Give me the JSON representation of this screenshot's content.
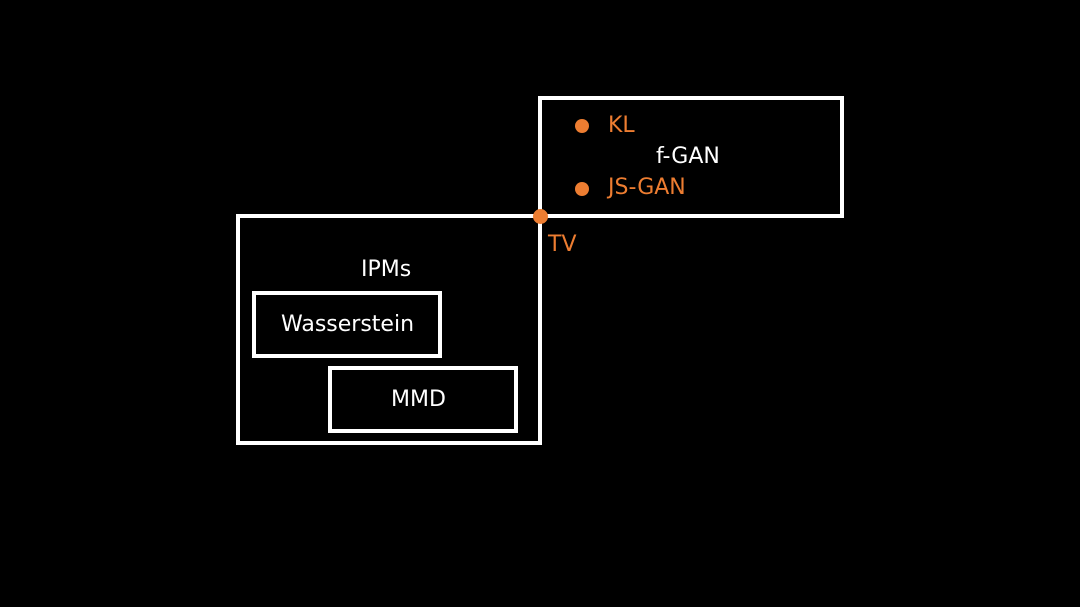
{
  "diagram": {
    "fgan_group": {
      "title": "f-GAN",
      "members": [
        {
          "label": "KL"
        },
        {
          "label": "JS-GAN"
        }
      ]
    },
    "ipm_group": {
      "title": "IPMs",
      "members": [
        {
          "label": "Wasserstein"
        },
        {
          "label": "MMD"
        }
      ]
    },
    "intersection": {
      "label": "TV"
    },
    "colors": {
      "background": "#000000",
      "outline": "#ffffff",
      "accent": "#ed7d31"
    }
  }
}
